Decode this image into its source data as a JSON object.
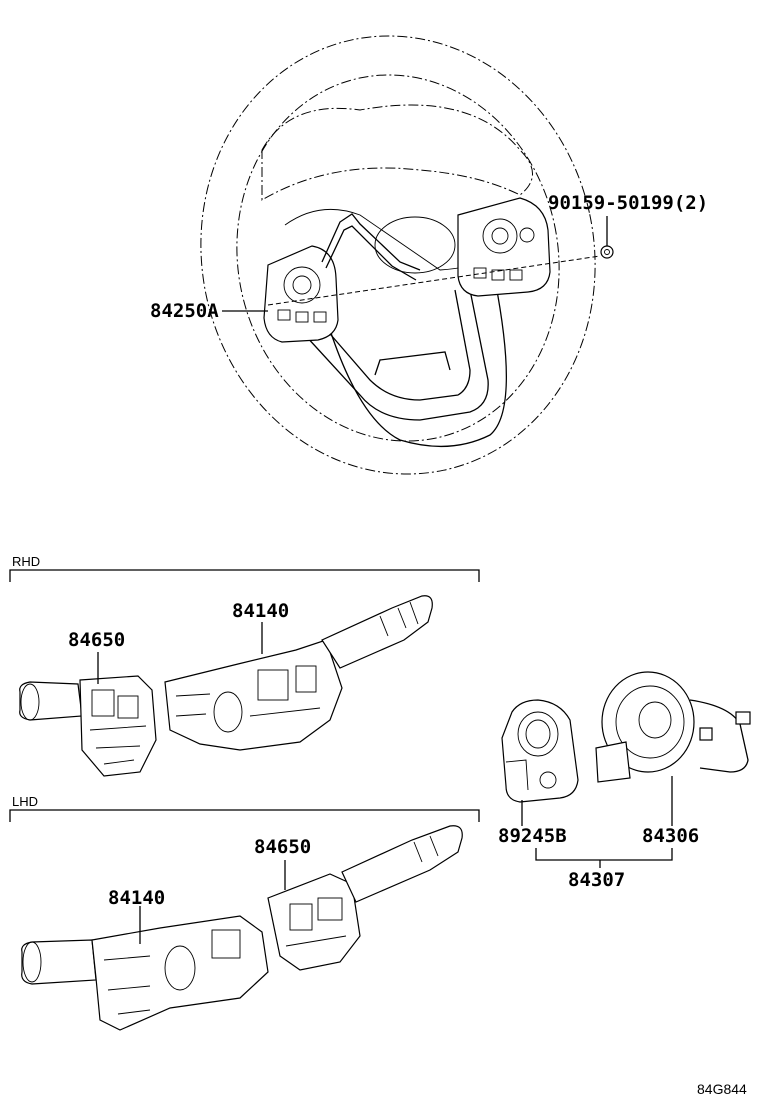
{
  "sections": {
    "rhd": "RHD",
    "lhd": "LHD"
  },
  "parts": {
    "screw": "90159-50199(2)",
    "steering_switch": "84250A",
    "rhd_wiper_switch": "84650",
    "rhd_turn_switch": "84140",
    "lhd_wiper_switch": "84650",
    "lhd_turn_switch": "84140",
    "sensor": "89245B",
    "spiral_cable": "84306",
    "spiral_assembly": "84307"
  },
  "diagram_code": "84G844",
  "colors": {
    "line": "#000000",
    "background": "#ffffff"
  }
}
